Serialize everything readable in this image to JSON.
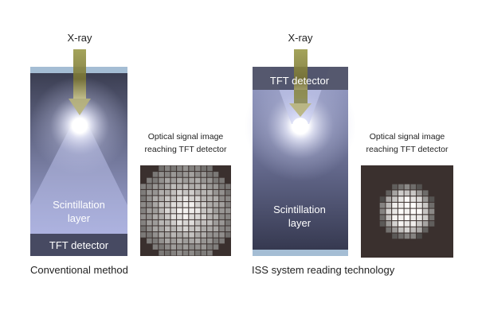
{
  "conventional": {
    "xray_label": "X-ray",
    "scintillation_line1": "Scintillation",
    "scintillation_line2": "layer",
    "tft_label": "TFT detector",
    "caption": "Conventional method",
    "signal_caption_line1": "Optical signal image",
    "signal_caption_line2": "reaching TFT detector"
  },
  "iss": {
    "xray_label": "X-ray",
    "tft_label": "TFT detector",
    "scintillation_line1": "Scintillation",
    "scintillation_line2": "layer",
    "caption": "ISS system reading technology",
    "signal_caption_line1": "Optical signal image",
    "signal_caption_line2": "reaching TFT detector"
  },
  "colors": {
    "arrow": "#8f8f45",
    "layer_dark": "#3c3f55",
    "layer_light": "#9fa5d6",
    "tft_band": "#474a62",
    "cover": "#a4bdd4",
    "grid_bg": "#3a302e"
  }
}
